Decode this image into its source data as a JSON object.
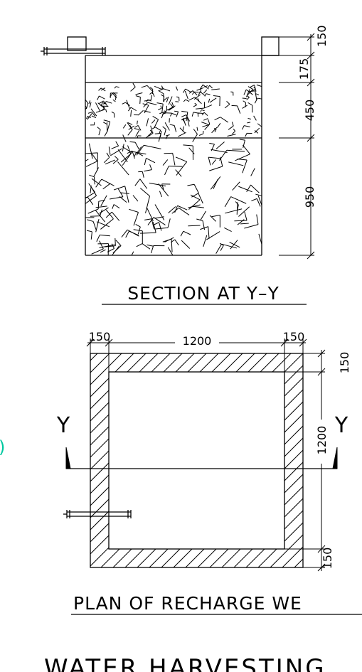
{
  "section": {
    "title": "SECTION AT Y–Y",
    "dimensions": [
      "150",
      "175",
      "450",
      "950"
    ]
  },
  "plan": {
    "title": "PLAN OF RECHARGE WE",
    "width_dimensions": [
      "150",
      "1200",
      "150"
    ],
    "height_dimensions": [
      "150",
      "1200",
      "150"
    ],
    "section_marks": [
      "Y",
      "Y"
    ]
  },
  "side_tag": ")",
  "footer_title": "WATER HARVESTING",
  "colors": {
    "line": "#000000",
    "tag": "#00c8a0",
    "background": "#ffffff"
  }
}
